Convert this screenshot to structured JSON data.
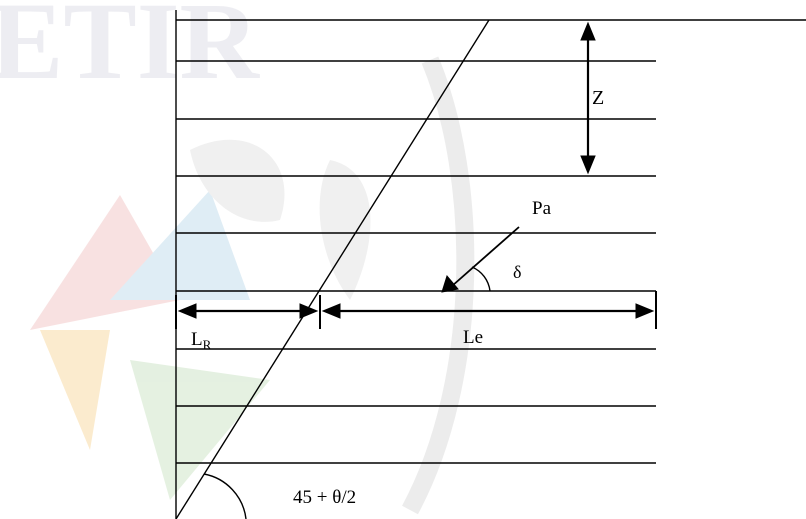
{
  "watermark": {
    "text": "ETIR",
    "colors": [
      "#e8e8ef",
      "#f7d9d9",
      "#d8ecf4",
      "#fbe6c8",
      "#dfeedd"
    ]
  },
  "labels": {
    "z": "Z",
    "pa": "Pa",
    "delta": "δ",
    "lr_main": "L",
    "lr_sub": "R",
    "le": "Le",
    "angle": "45 + θ/2"
  },
  "colors": {
    "line": "#000000",
    "background": "#ffffff"
  }
}
